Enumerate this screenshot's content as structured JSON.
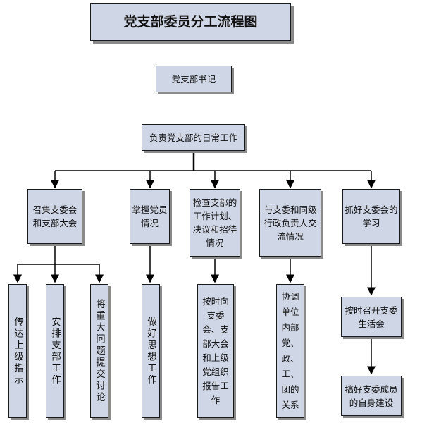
{
  "title": "党支部委员分工流程图",
  "secretary": "党支部书记",
  "daily": "负责党支部的日常工作",
  "branches": [
    {
      "label": "召集支委会和支部大会"
    },
    {
      "label": "掌握党员情况"
    },
    {
      "label": "检查支部的工作计划、决议和招待情况"
    },
    {
      "label": "与支委和同级行政负责人交流情况"
    },
    {
      "label": "抓好支委会的学习"
    }
  ],
  "leaves": {
    "col1": [
      "传达上级指示",
      "安排支部工作",
      "将重大问题提交讨论"
    ],
    "col2": "做好思想工作",
    "col3": "按时向支委会、支部大会和上级党组织报告工作",
    "col4": "协调单位内部党、政、工、团的关系",
    "col5a": "按时召开支委生活会",
    "col5b": "搞好支委成员的自身建设"
  },
  "colors": {
    "box_fill": "#cfd6e6",
    "line": "#000000",
    "shadow": "#8a8a8a"
  }
}
